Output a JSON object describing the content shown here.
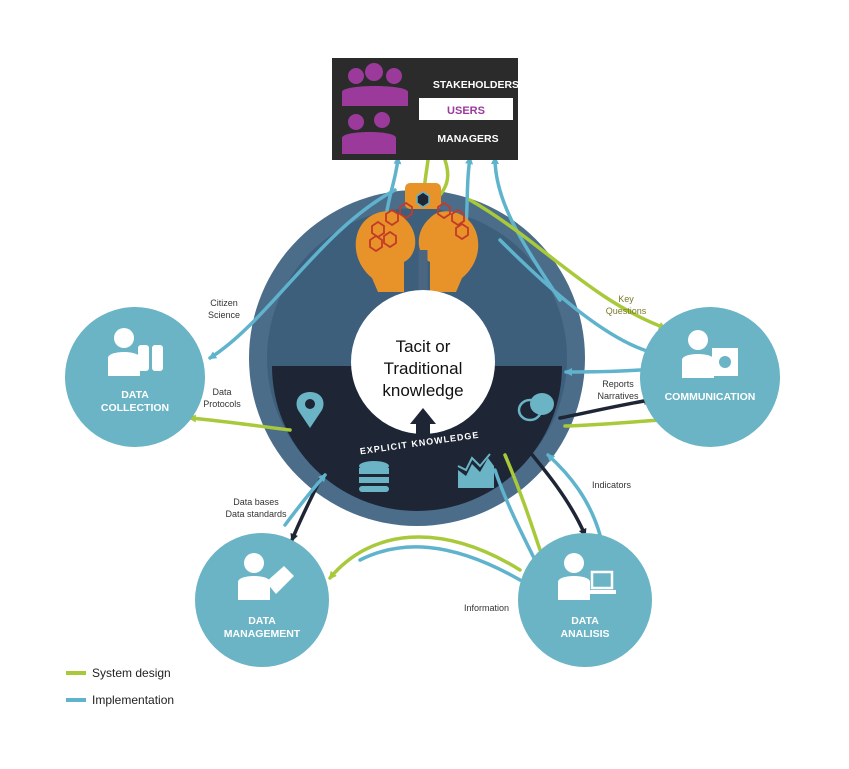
{
  "colors": {
    "system_design": "#a8c93a",
    "implementation": "#5fb3cc",
    "node_fill": "#6ab4c5",
    "outer_circle": "#4b6d8a",
    "dark_band": "#1e2535",
    "stakeholder_box": "#2b2b2b",
    "purple": "#9b3a9b",
    "head_orange": "#e8932a",
    "hex_red": "#c43a2a"
  },
  "top_box": {
    "stakeholders": "STAKEHOLDERS",
    "users": "USERS",
    "managers": "MANAGERS"
  },
  "center": {
    "line1": "Tacit or",
    "line2": "Traditional",
    "line3": "knowledge",
    "explicit": "EXPLICIT KNOWLEDGE"
  },
  "nodes": {
    "collection": [
      "DATA",
      "COLLECTION"
    ],
    "communication": [
      "COMMUNICATION"
    ],
    "management": [
      "DATA",
      "MANAGEMENT"
    ],
    "analysis": [
      "DATA",
      "ANALISIS"
    ]
  },
  "labels": {
    "citizen": [
      "Citizen",
      "Science"
    ],
    "protocols": [
      "Data",
      "Protocols"
    ],
    "key": [
      "Key",
      "Questions"
    ],
    "reports": [
      "Reports",
      "Narratives"
    ],
    "indicators": "Indicators",
    "databases": [
      "Data bases",
      "Data standards"
    ],
    "information": "Information"
  },
  "legend": {
    "system_design": "System design",
    "implementation": "Implementation"
  }
}
